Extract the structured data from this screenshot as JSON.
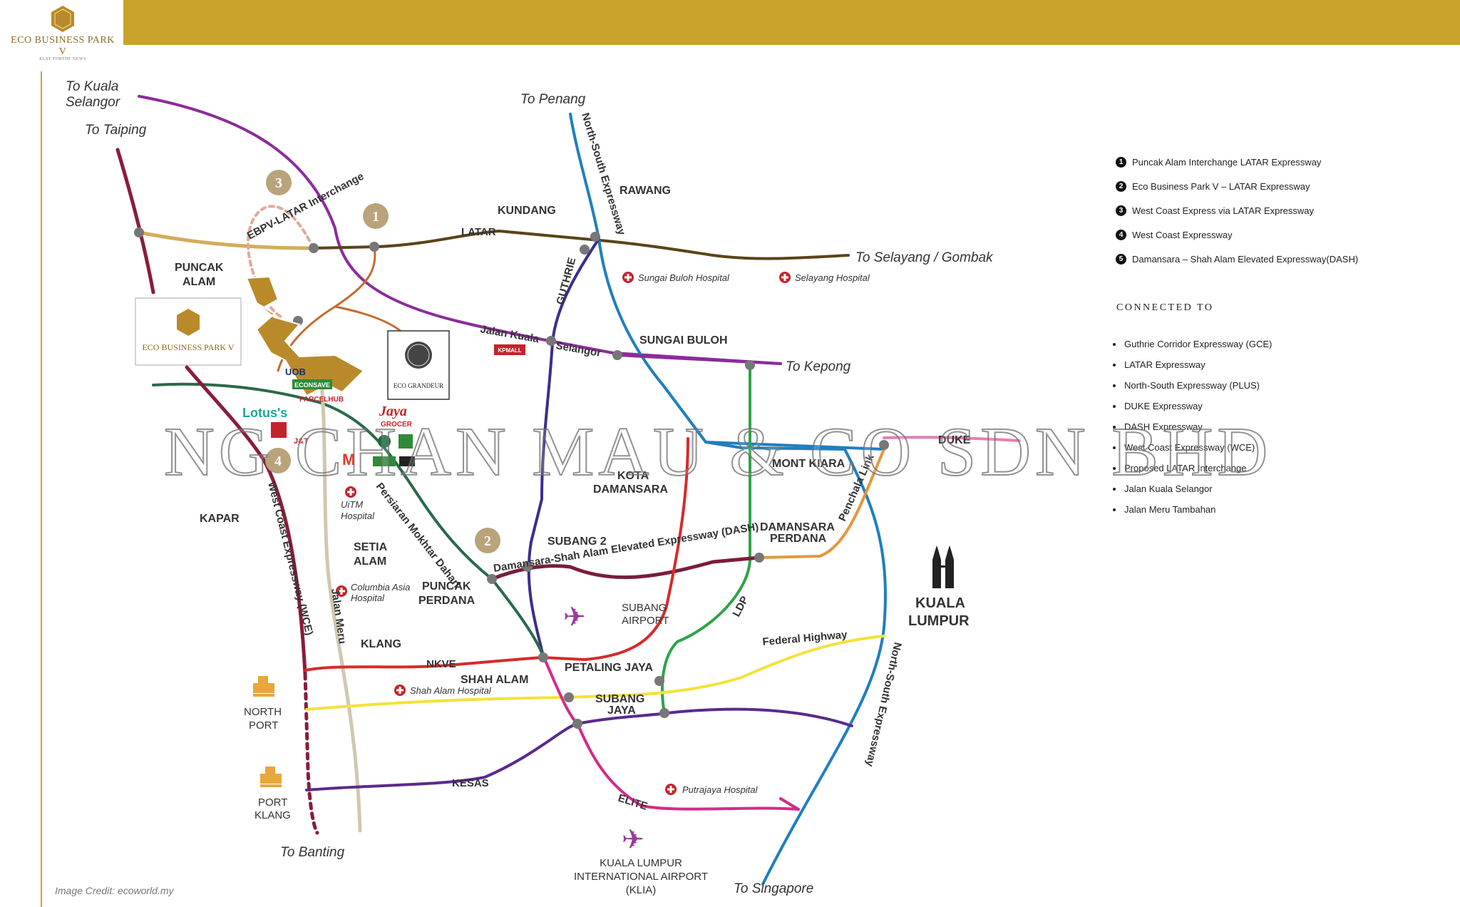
{
  "brand": {
    "name": "ECO BUSINESS PARK V",
    "tagline": "KLST FORTHE NEWS",
    "gold": "#c9a22c"
  },
  "labels": {
    "to_kuala_selangor_1": "To Kuala",
    "to_kuala_selangor_2": "Selangor",
    "to_taiping": "To Taiping",
    "to_penang": "To Penang",
    "rawang": "RAWANG",
    "kundang": "KUNDANG",
    "latar": "LATAR",
    "ebpv_latar": "EBPV-LATAR Interchange",
    "to_selayang": "To Selayang / Gombak",
    "puncak_alam_1": "PUNCAK",
    "puncak_alam_2": "ALAM",
    "ebpv_map_logo": "ECO BUSINESS PARK V",
    "jalan_kuala_selangor_1": "Jalan Kuala",
    "jalan_kuala_selangor_2": "Selangor",
    "sungai_buloh_hosp": "Sungai Buloh Hospital",
    "selayang_hosp": "Selayang Hospital",
    "sungai_buloh": "SUNGAI BULOH",
    "to_kepong": "To Kepong",
    "guthrie": "GUTHRIE",
    "nse_top": "North-South Expressway",
    "eco_grandeur": "ECO GRANDEUR",
    "uob": "UOB",
    "econsave": "ECONSAVE",
    "parcelhub": "PARCELHUB",
    "lotus": "Lotus's",
    "jaya": "Jaya",
    "grocer": "GROCER",
    "jt": "J&T",
    "kpmall": "KPMALL",
    "duke": "DUKE",
    "mont_kiara": "MONT KIARA",
    "kota_damansara_1": "KOTA",
    "kota_damansara_2": "DAMANSARA",
    "uitm_1": "UiTM",
    "uitm_2": "Hospital",
    "kapar": "KAPAR",
    "wce": "West Coast Expressway (WCE)",
    "persiaran": "Persiaran Mokhtar Dahari",
    "subang2": "SUBANG 2",
    "damansara_perdana_1": "DAMANSARA",
    "damansara_perdana_2": "PERDANA",
    "penchala": "Penchala Link",
    "setia_alam_1": "SETIA",
    "setia_alam_2": "ALAM",
    "dash": "Damansara-Shah Alam Elevated Expressway (DASH)",
    "columbia_1": "Columbia Asia",
    "columbia_2": "Hospital",
    "puncak_perdana_1": "PUNCAK",
    "puncak_perdana_2": "PERDANA",
    "subang_airport_1": "SUBANG",
    "subang_airport_2": "AIRPORT",
    "ldp": "LDP",
    "kuala_lumpur_1": "KUALA",
    "kuala_lumpur_2": "LUMPUR",
    "jalan_meru": "Jalan Meru",
    "klang": "KLANG",
    "federal": "Federal Highway",
    "nkve": "NKVE",
    "petaling_jaya": "PETALING JAYA",
    "shah_alam": "SHAH ALAM",
    "shah_alam_hosp": "Shah Alam Hospital",
    "north_port_1": "NORTH",
    "north_port_2": "PORT",
    "subang_jaya_1": "SUBANG",
    "subang_jaya_2": "JAYA",
    "nse_bottom": "North-South Expressway",
    "port_klang_1": "PORT",
    "port_klang_2": "KLANG",
    "kesas": "KESAS",
    "putrajaya_hosp": "Putrajaya Hospital",
    "elite": "ELITE",
    "to_banting": "To Banting",
    "klia_1": "KUALA LUMPUR",
    "klia_2": "INTERNATIONAL AIRPORT",
    "klia_3": "(KLIA)",
    "to_singapore": "To Singapore"
  },
  "markers": {
    "m1": "1",
    "m2": "2",
    "m3": "3",
    "m4": "4"
  },
  "legend": [
    {
      "num": "1",
      "text": "Puncak Alam Interchange LATAR Expressway"
    },
    {
      "num": "2",
      "text": "Eco Business Park V – LATAR Expressway"
    },
    {
      "num": "3",
      "text": "West Coast Express via LATAR Expressway"
    },
    {
      "num": "4",
      "text": "West Coast Expressway"
    },
    {
      "num": "5",
      "text": "Damansara – Shah Alam Elevated Expressway(DASH)"
    }
  ],
  "connected_title": "CONNECTED TO",
  "connected": [
    "Guthrie Corridor Expressway (GCE)",
    "LATAR Expressway",
    "North-South Expressway (PLUS)",
    "DUKE Expressway",
    "DASH Expressway",
    "West Coast Expressway (WCE)",
    "Proposed LATAR Interchange",
    "Jalan Kuala Selangor",
    "Jalan Meru Tambahan"
  ],
  "credit": "Image Credit: ecoworld.my",
  "watermark": "NG CHAN MAU & CO SDN BHD"
}
